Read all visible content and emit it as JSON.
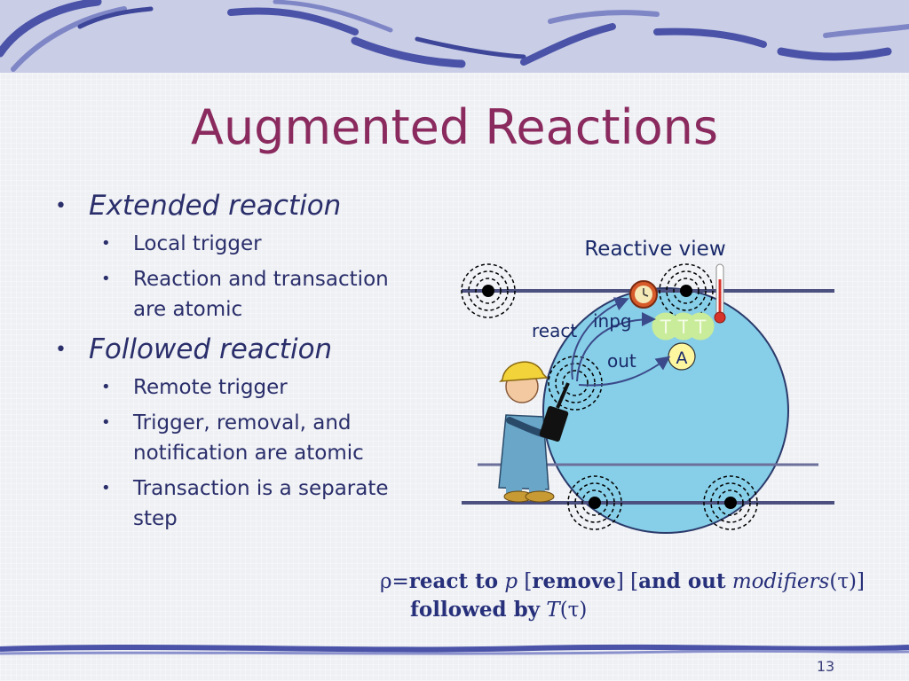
{
  "slide": {
    "title": "Augmented Reactions",
    "page_number": "13"
  },
  "bullets": {
    "extended": {
      "label": "Extended reaction",
      "items": [
        "Local trigger",
        "Reaction and transaction",
        "are atomic"
      ]
    },
    "followed": {
      "label": "Followed reaction",
      "items": [
        "Remote trigger",
        "Trigger, removal, and",
        "notification are atomic",
        "Transaction is a separate",
        "step"
      ]
    },
    "bullet_char": "•"
  },
  "diagram": {
    "view_label": "Reactive view",
    "react_label": "react",
    "inpg_label": "inpg",
    "out_label": "out",
    "tuple_t": "T",
    "tuple_a": "A"
  },
  "formula": {
    "rho": "ρ=",
    "react_to": "react to",
    "p": "p",
    "remove": "remove",
    "and_out": "and out",
    "modifiers": "modifiers",
    "tau": "τ",
    "followed_by": "followed by",
    "T": "T"
  },
  "colors": {
    "title": "#8a2a5e",
    "text": "#2a2e6a",
    "sphere": "#87cfe8",
    "formula": "#27307a"
  }
}
